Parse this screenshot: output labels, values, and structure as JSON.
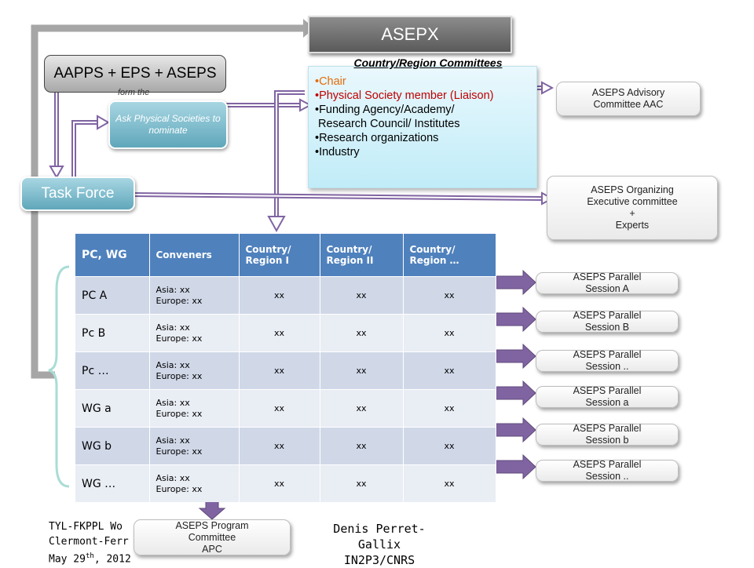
{
  "top_box": {
    "label": "ASEPX"
  },
  "aapps_box": {
    "label": "AAPPS + EPS + ASEPS",
    "subtext": "form the"
  },
  "ask_box": {
    "label": "Ask Physical Societies to nominate"
  },
  "task_force": {
    "label": "Task Force"
  },
  "committees": {
    "title": "Country/Region Committees",
    "items": [
      {
        "text": "•Chair",
        "style": "orange"
      },
      {
        "text": "•Physical Society member (Liaison)",
        "style": "red"
      },
      {
        "text": "•Funding Agency/Academy/",
        "style": "normal"
      },
      {
        "text": " Research Council/ Institutes",
        "style": "normal"
      },
      {
        "text": "•Research organizations",
        "style": "normal"
      },
      {
        "text": "•Industry",
        "style": "normal"
      }
    ]
  },
  "advisory": {
    "line1": "ASEPS Advisory",
    "line2": "Committee AAC"
  },
  "organizing": {
    "line1": "ASEPS Organizing",
    "line2": "Executive committee",
    "line3": "+",
    "line4": "Experts"
  },
  "table": {
    "headers": [
      "PC, WG",
      "Conveners",
      "Country/ Region I",
      "Country/ Region II",
      "Country/ Region …"
    ],
    "rows": [
      {
        "name": "PC A",
        "asia": "Asia: xx",
        "europe": "Europe: xx",
        "c1": "xx",
        "c2": "xx",
        "c3": "xx"
      },
      {
        "name": "Pc B",
        "asia": "Asia: xx",
        "europe": "Europe: xx",
        "c1": "xx",
        "c2": "xx",
        "c3": "xx"
      },
      {
        "name": "Pc …",
        "asia": "Asia: xx",
        "europe": "Europe: xx",
        "c1": "xx",
        "c2": "xx",
        "c3": "xx"
      },
      {
        "name": "WG a",
        "asia": "Asia: xx",
        "europe": "Europe: xx",
        "c1": "xx",
        "c2": "xx",
        "c3": "xx"
      },
      {
        "name": "WG b",
        "asia": "Asia: xx",
        "europe": "Europe: xx",
        "c1": "xx",
        "c2": "xx",
        "c3": "xx"
      },
      {
        "name": "WG …",
        "asia": "Asia: xx",
        "europe": "Europe: xx",
        "c1": "xx",
        "c2": "xx",
        "c3": "xx"
      }
    ]
  },
  "sessions": [
    {
      "line1": "ASEPS Parallel",
      "line2": "Session A"
    },
    {
      "line1": "ASEPS Parallel",
      "line2": "Session B"
    },
    {
      "line1": "ASEPS Parallel",
      "line2": "Session .."
    },
    {
      "line1": "ASEPS Parallel",
      "line2": "Session a"
    },
    {
      "line1": "ASEPS Parallel",
      "line2": "Session b"
    },
    {
      "line1": "ASEPS Parallel",
      "line2": "Session .."
    }
  ],
  "program": {
    "line1": "ASEPS Program",
    "line2": "Committee",
    "line3": "APC"
  },
  "footer": {
    "left1": "TYL-FKPPL Wo",
    "left2": "Clermont-Ferr",
    "left3_main": "May 29",
    "left3_sup": "th",
    "left3_end": ", 2012",
    "center1": "Denis Perret-Gallix",
    "center2": "IN2P3/CNRS"
  },
  "colors": {
    "arrow_grey": "#a6a6a6",
    "arrow_purple": "#8064a2",
    "teal": "#5fa7bb",
    "header_blue": "#4f81bd",
    "row_odd": "#d0d8e8",
    "row_even": "#e9edf4",
    "chair_orange": "#e36c09",
    "liaison_red": "#c00000"
  }
}
